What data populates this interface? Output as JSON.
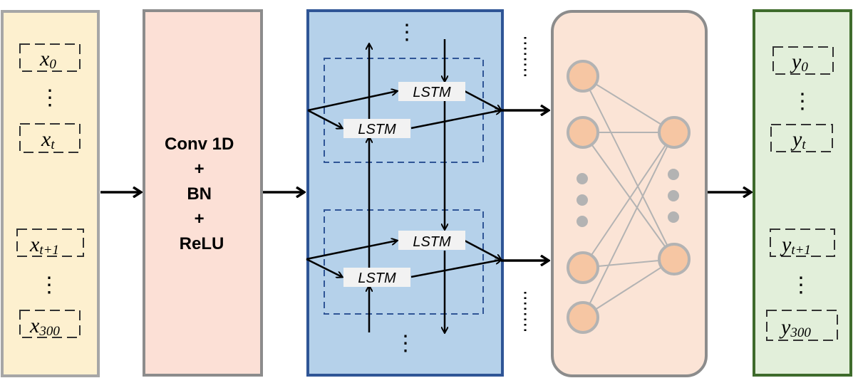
{
  "input_block": {
    "items": [
      {
        "base": "x",
        "sub": "0"
      },
      {
        "base": "x",
        "sub": "t"
      },
      {
        "base": "x",
        "sub": "t+1"
      },
      {
        "base": "x",
        "sub": "300"
      }
    ],
    "vdots": "⋮"
  },
  "conv_block": {
    "lines": [
      "Conv 1D",
      "+",
      "BN",
      "+",
      "ReLU"
    ]
  },
  "lstm_block": {
    "cell_label": "LSTM",
    "vdots": "⋮"
  },
  "dense_block": {},
  "output_block": {
    "items": [
      {
        "base": "y",
        "sub": "0"
      },
      {
        "base": "y",
        "sub": "t"
      },
      {
        "base": "y",
        "sub": "t+1"
      },
      {
        "base": "y",
        "sub": "300"
      }
    ],
    "vdots": "⋮"
  },
  "colors": {
    "input_fill": "#fdf0cf",
    "input_border": "#a6a6a6",
    "conv_fill": "#fce0d6",
    "conv_border": "#8c8c8c",
    "lstm_fill": "#b5d1ea",
    "lstm_border": "#2f5596",
    "lstm_dashed": "#2f5596",
    "dense_fill": "#fbe4d6",
    "dense_border": "#8c8c8c",
    "neuron_fill": "#f6c6a3",
    "neuron_border": "#b3b3b3",
    "output_fill": "#e2efda",
    "output_border": "#3e6b2b"
  }
}
